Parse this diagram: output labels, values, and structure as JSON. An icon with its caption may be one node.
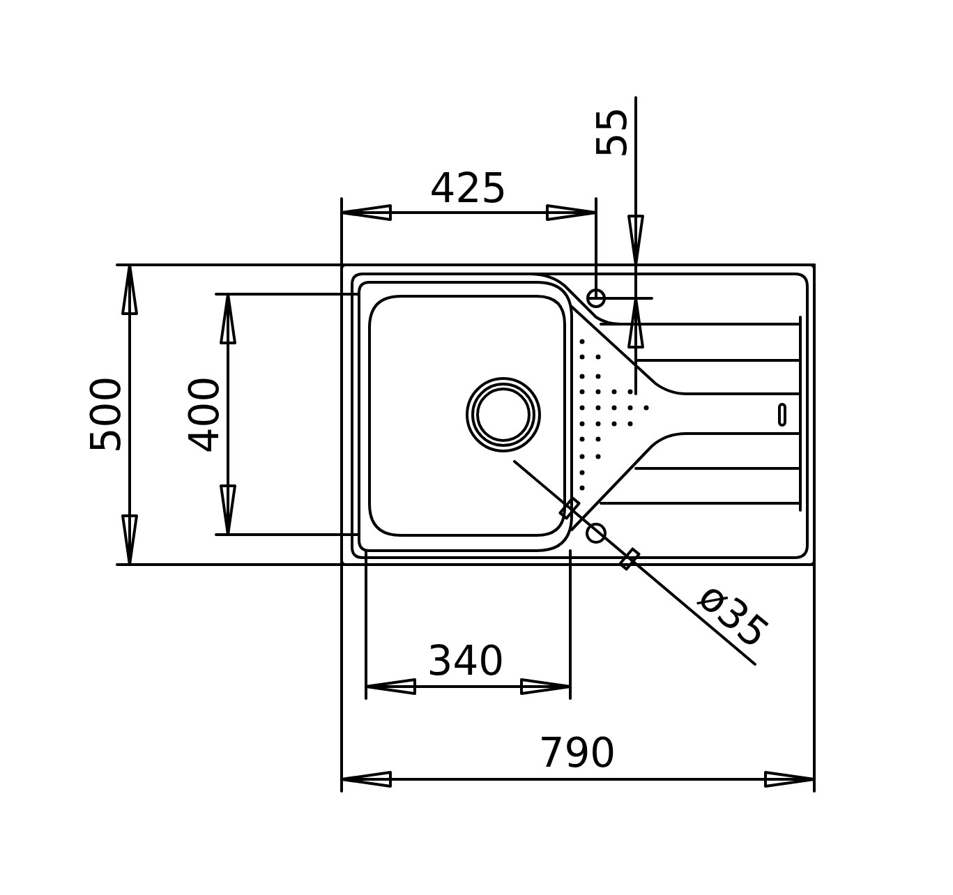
{
  "diagram": {
    "labels": [
      "55",
      "425",
      "500",
      "400",
      "ø35",
      "340",
      "790"
    ]
  }
}
